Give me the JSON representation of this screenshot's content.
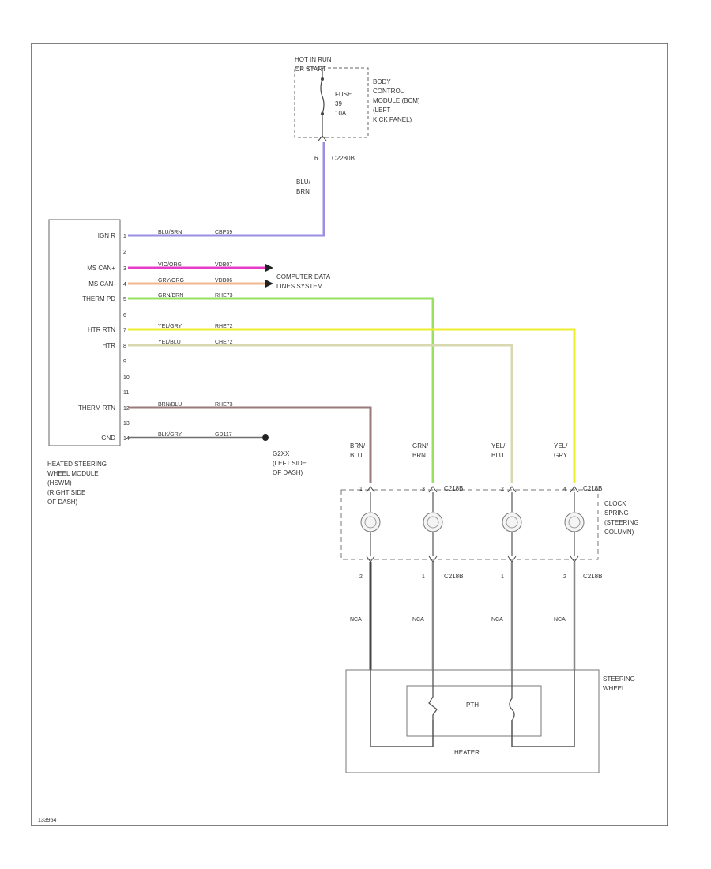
{
  "diagram_id": "133954",
  "fuse_box": {
    "header": [
      "HOT IN RUN",
      "OR START"
    ],
    "fuse_label": [
      "FUSE",
      "39",
      "10A"
    ],
    "module_label": [
      "BODY",
      "CONTROL",
      "MODULE (BCM)",
      "(LEFT",
      "KICK PANEL)"
    ],
    "connector": "C2280B",
    "connector_pin": "6"
  },
  "feed_wire_color": [
    "BLU/",
    "BRN"
  ],
  "module": {
    "name_lines": [
      "HEATED STEERING",
      "WHEEL MODULE",
      "(HSWM)",
      "(RIGHT SIDE",
      "OF DASH)"
    ],
    "pins": [
      {
        "num": "1",
        "label": "IGN R",
        "wire": "BLU/BRN",
        "circuit": "CBP39"
      },
      {
        "num": "2",
        "label": "",
        "wire": "",
        "circuit": ""
      },
      {
        "num": "3",
        "label": "MS CAN+",
        "wire": "VIO/ORG",
        "circuit": "VDB07"
      },
      {
        "num": "4",
        "label": "MS CAN-",
        "wire": "GRY/ORG",
        "circuit": "VDB06"
      },
      {
        "num": "5",
        "label": "THERM PD",
        "wire": "GRN/BRN",
        "circuit": "RHE73"
      },
      {
        "num": "6",
        "label": "",
        "wire": "",
        "circuit": ""
      },
      {
        "num": "7",
        "label": "HTR RTN",
        "wire": "YEL/GRY",
        "circuit": "RHE72"
      },
      {
        "num": "8",
        "label": "HTR",
        "wire": "YEL/BLU",
        "circuit": "CHE72"
      },
      {
        "num": "9",
        "label": "",
        "wire": "",
        "circuit": ""
      },
      {
        "num": "10",
        "label": "",
        "wire": "",
        "circuit": ""
      },
      {
        "num": "11",
        "label": "",
        "wire": "",
        "circuit": ""
      },
      {
        "num": "12",
        "label": "THERM RTN",
        "wire": "BRN/BLU",
        "circuit": "RHE73"
      },
      {
        "num": "13",
        "label": "",
        "wire": "",
        "circuit": ""
      },
      {
        "num": "14",
        "label": "GND",
        "wire": "BLK/GRY",
        "circuit": "GD117"
      }
    ]
  },
  "cds_label": [
    "COMPUTER DATA",
    "LINES SYSTEM"
  ],
  "ground_label": [
    "G2XX",
    "(LEFT SIDE",
    "OF DASH)"
  ],
  "clockspring": {
    "label": [
      "CLOCK",
      "SPRING",
      "(STEERING",
      "COLUMN)"
    ],
    "connector_top": "C218B",
    "connector_top2": "C218B",
    "connector_bottom": "C218B",
    "wires": [
      {
        "color": [
          "BRN/",
          "BLU"
        ],
        "pin_top": "1",
        "pin_bottom": "2",
        "lower": "NCA"
      },
      {
        "color": [
          "GRN/",
          "BRN"
        ],
        "pin_top": "3",
        "pin_bottom": "1",
        "lower": "NCA"
      },
      {
        "color": [
          "YEL/",
          "BLU"
        ],
        "pin_top": "2",
        "pin_bottom": "1",
        "lower": "NCA"
      },
      {
        "color": [
          "YEL/",
          "GRY"
        ],
        "pin_top": "4",
        "pin_bottom": "2",
        "lower": "NCA"
      }
    ]
  },
  "steering_wheel": {
    "label": [
      "STEERING",
      "WHEEL"
    ],
    "heater": "HEATER",
    "sensor": "PTH"
  },
  "colors": {
    "ign": "#9a8fe0",
    "can_plus": "#e83cc8",
    "can_minus": "#f0b890",
    "therm_pd": "#98e060",
    "htr_rtn": "#eeee30",
    "htr": "#d8d8b0",
    "therm_rtn": "#9a7a7a",
    "gnd": "#707070",
    "dark_wire": "#444444"
  }
}
